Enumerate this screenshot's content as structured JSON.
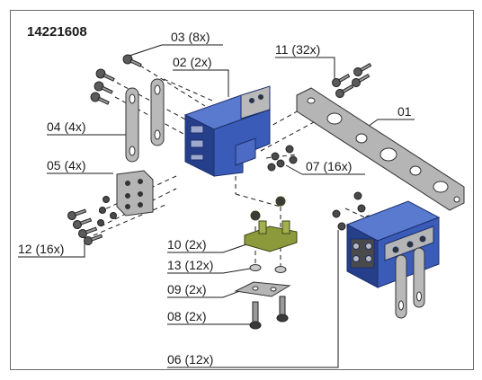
{
  "product_number": "14221608",
  "callouts": [
    {
      "id": "c03",
      "text": "03 (8x)"
    },
    {
      "id": "c02",
      "text": "02 (2x)"
    },
    {
      "id": "c11",
      "text": "11 (32x)"
    },
    {
      "id": "c01",
      "text": "01"
    },
    {
      "id": "c04",
      "text": "04 (4x)"
    },
    {
      "id": "c05",
      "text": "05 (4x)"
    },
    {
      "id": "c07",
      "text": "07 (16x)"
    },
    {
      "id": "c12",
      "text": "12 (16x)"
    },
    {
      "id": "c10",
      "text": "10 (2x)"
    },
    {
      "id": "c13",
      "text": "13 (12x)"
    },
    {
      "id": "c09",
      "text": "09 (2x)"
    },
    {
      "id": "c08",
      "text": "08 (2x)"
    },
    {
      "id": "c06",
      "text": "06 (12x)"
    }
  ],
  "colors": {
    "frame": "#6a6a6a",
    "blue_part": "#3a5cb8",
    "blue_dark": "#263f8a",
    "olive_part": "#8c9a3c",
    "steel": "#b9b9b9",
    "steel_dark": "#7d7d7d",
    "line": "#1a1a1a"
  }
}
